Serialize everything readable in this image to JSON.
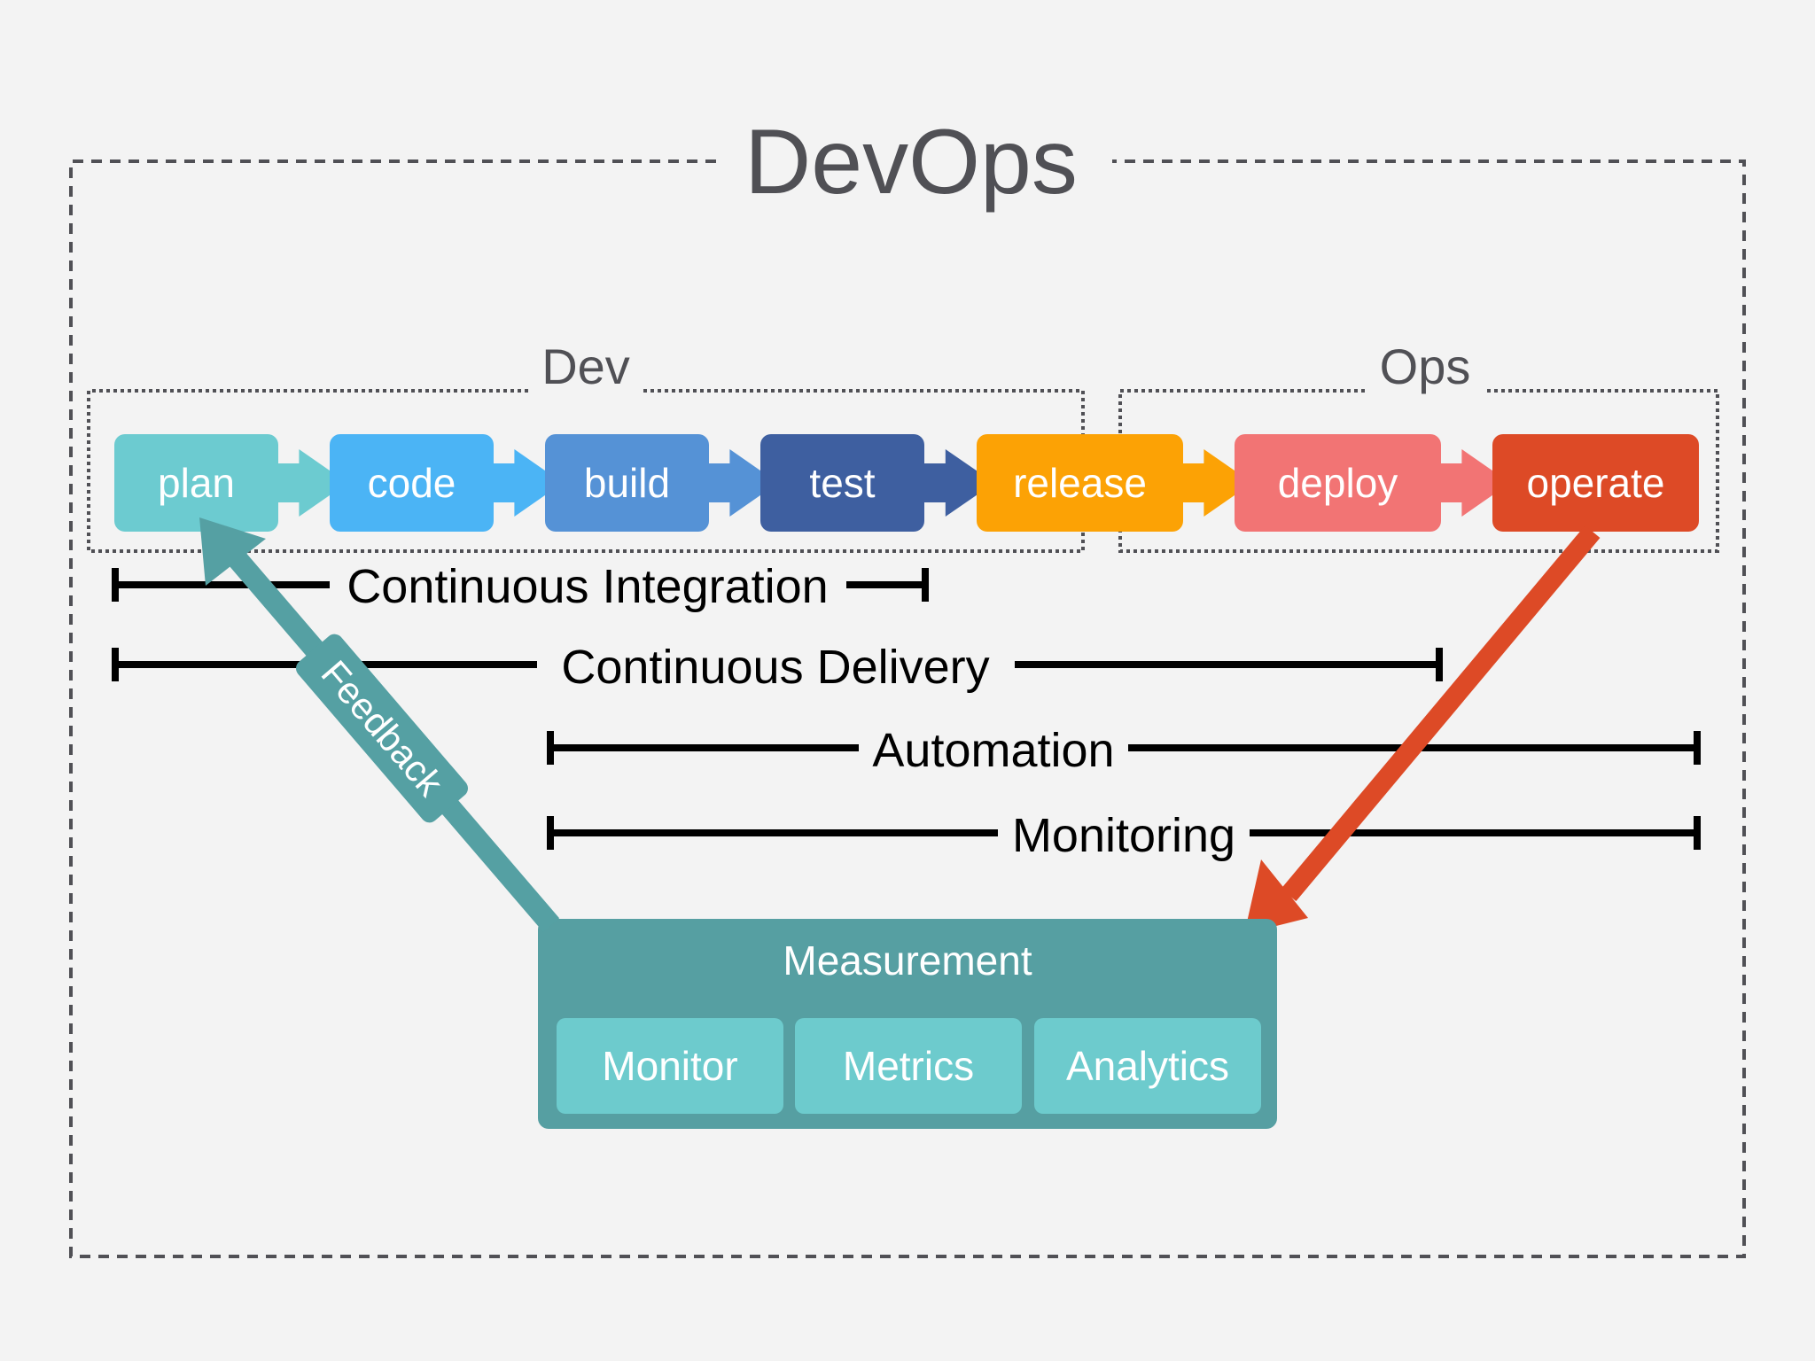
{
  "title": "DevOps",
  "groups": {
    "dev": "Dev",
    "ops": "Ops"
  },
  "stages": [
    {
      "label": "plan",
      "color": "#6ccbd0"
    },
    {
      "label": "code",
      "color": "#4bb4f5"
    },
    {
      "label": "build",
      "color": "#5592d6"
    },
    {
      "label": "test",
      "color": "#3e5fa0"
    },
    {
      "label": "release",
      "color": "#fca205"
    },
    {
      "label": "deploy",
      "color": "#f27474"
    },
    {
      "label": "operate",
      "color": "#dd4a26"
    }
  ],
  "spans": {
    "ci": "Continuous Integration",
    "cd": "Continuous Delivery",
    "automation": "Automation",
    "monitoring": "Monitoring"
  },
  "feedback": {
    "label": "Feedback",
    "color": "#55a0a3"
  },
  "measurement": {
    "title": "Measurement",
    "items": [
      "Monitor",
      "Metrics",
      "Analytics"
    ],
    "color": "#569fa2",
    "item_color": "#6dcbcd"
  },
  "colors": {
    "background": "#f3f3f3",
    "text": "#505055",
    "span_line": "#000000",
    "operate_arrow": "#dd4a26"
  }
}
